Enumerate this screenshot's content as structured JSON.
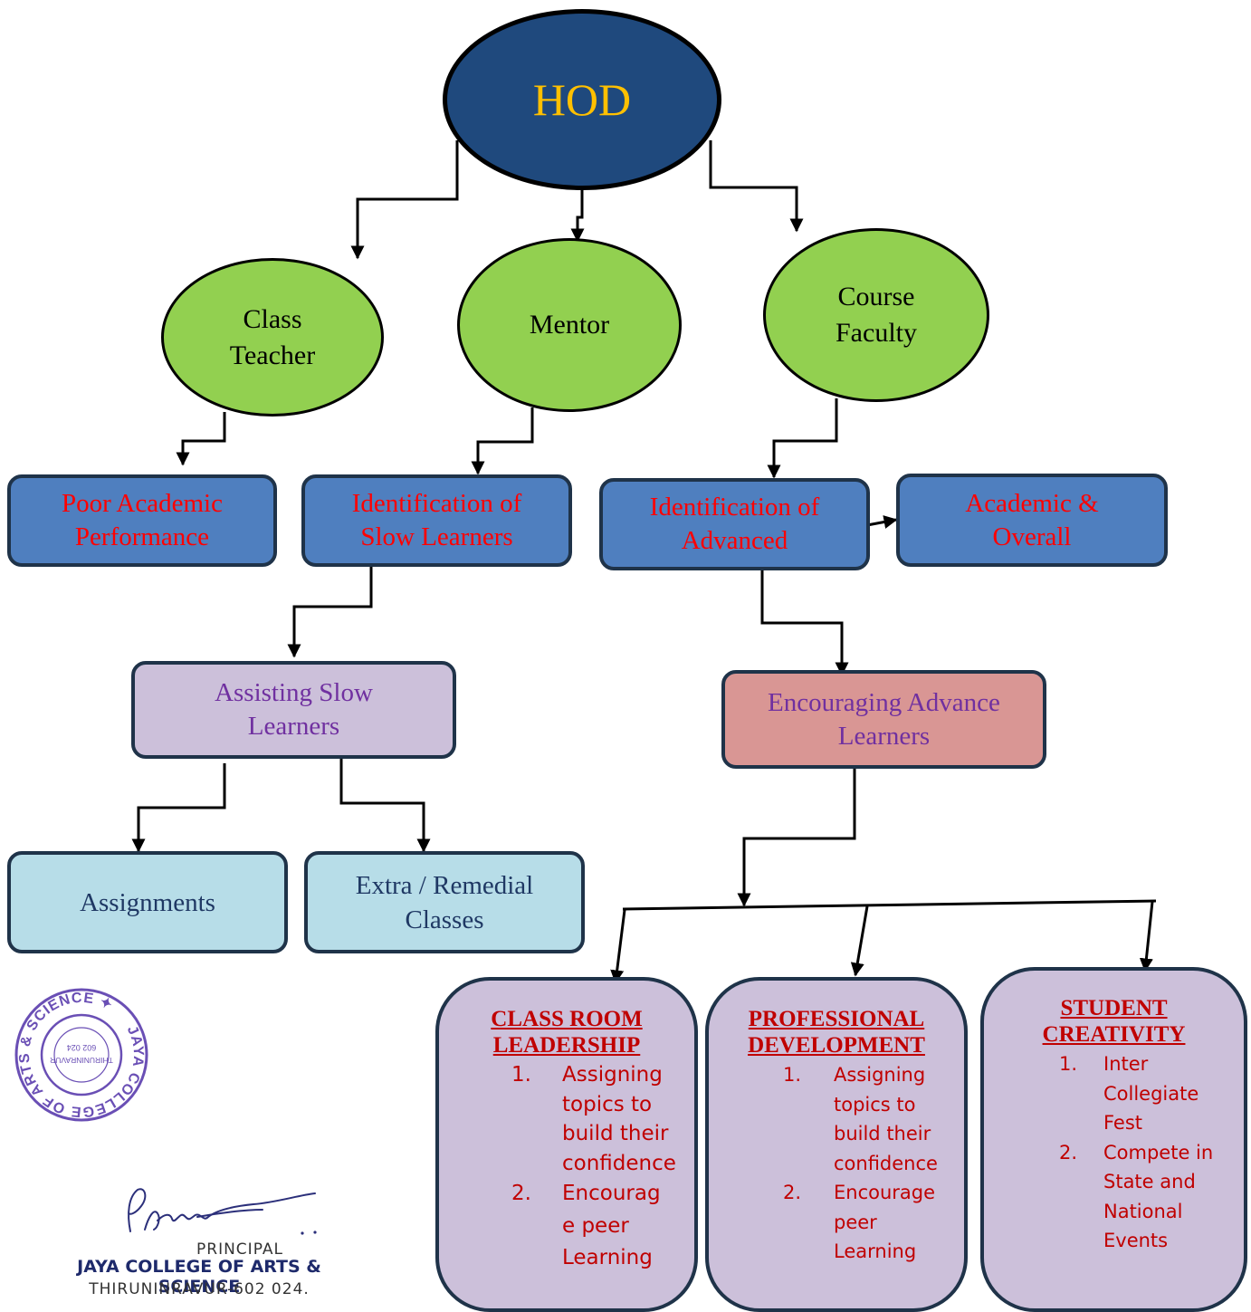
{
  "hod": {
    "label": "HOD"
  },
  "roles": {
    "class_teacher": "Class\nTeacher",
    "mentor": "Mentor",
    "course_faculty": "Course\nFaculty"
  },
  "boxes": {
    "poor_academic": "Poor Academic\nPerformance",
    "identification_slow": "Identification of\nSlow Learners",
    "identification_advanced": "Identification of\nAdvanced",
    "academic_overall": "Academic &\nOverall",
    "assisting_slow": "Assisting Slow\nLearners",
    "encouraging_advance": "Encouraging Advance\nLearners",
    "assignments": "Assignments",
    "extra_remedial": "Extra / Remedial\nClasses"
  },
  "cards": [
    {
      "title": "CLASS ROOM\nLEADERSHIP",
      "items": [
        {
          "num": "1.",
          "text": "Assigning topics to build their confidence"
        },
        {
          "num": "2.",
          "text": "Encourag e peer Learning"
        }
      ]
    },
    {
      "title": "PROFESSIONAL\nDEVELOPMENT",
      "items": [
        {
          "num": "1.",
          "text": "Assigning topics to build their confidence"
        },
        {
          "num": "2.",
          "text": "Encourage peer Learning"
        }
      ]
    },
    {
      "title": "STUDENT\nCREATIVITY",
      "items": [
        {
          "num": "1.",
          "text": "Inter Collegiate Fest"
        },
        {
          "num": "2.",
          "text": "Compete in State and National Events"
        }
      ]
    }
  ],
  "stamp": {
    "ring_text": "JAYA COLLEGE OF ARTS & SCIENCE ✦",
    "center_line1": "THIRUNINRAVUR",
    "center_line2": "602 024"
  },
  "signature": {
    "title": "PRINCIPAL",
    "college": "JAYA COLLEGE OF ARTS & SCIENCE",
    "address": "THIRUNINRAVUR-602 024."
  },
  "colors": {
    "hod_fill": "#1f497d",
    "role_fill": "#92d050",
    "box_blue": "#4f7fbf",
    "box_lilac": "#ccc0da",
    "box_rose": "#d99694",
    "box_aqua": "#b7dde8",
    "stamp": "#6a4fb5"
  }
}
